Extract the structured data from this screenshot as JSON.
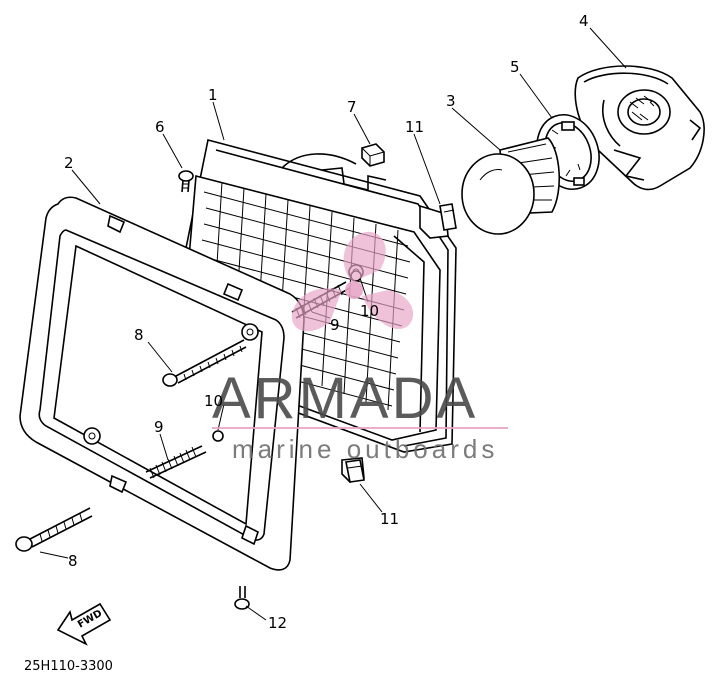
{
  "callouts": {
    "c1": "1",
    "c2": "2",
    "c3": "3",
    "c4": "4",
    "c5": "5",
    "c6": "6",
    "c7": "7",
    "c8a": "8",
    "c8b": "8",
    "c9a": "9",
    "c9b": "9",
    "c10a": "10",
    "c10b": "10",
    "c11a": "11",
    "c11b": "11",
    "c12": "12"
  },
  "fwd_label": "FWD",
  "drawing_number": "25H110-3300",
  "watermark": {
    "title": "ARMADA",
    "subtitle": "marine outboards",
    "color": "#e8a6c8"
  },
  "colors": {
    "line": "#000000",
    "background": "#ffffff"
  }
}
